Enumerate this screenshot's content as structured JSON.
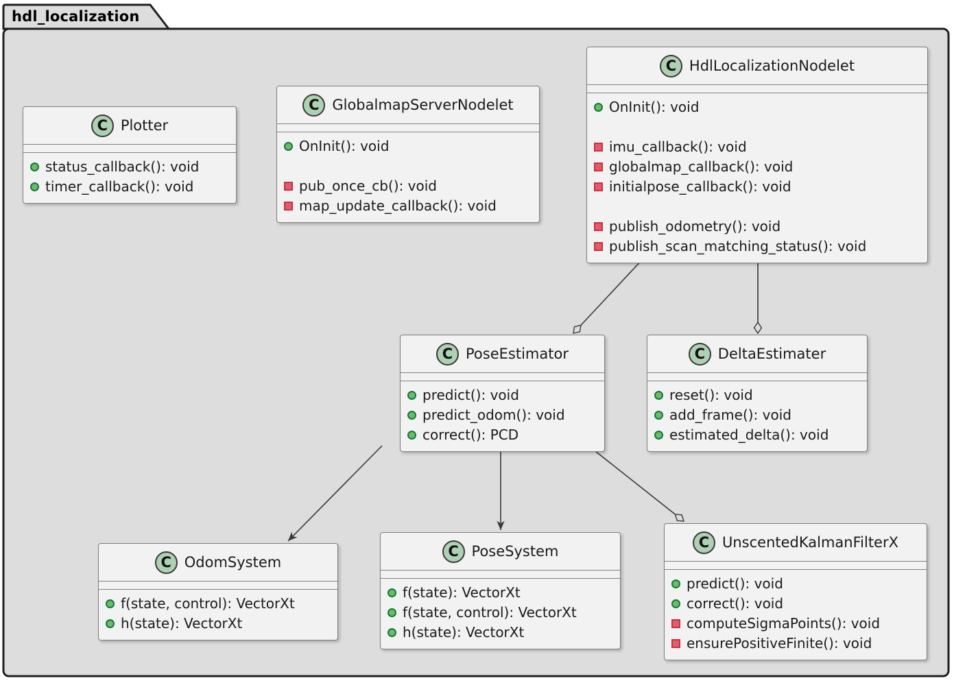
{
  "package": {
    "name": "hdl_localization"
  },
  "icon_letter": "C",
  "colors": {
    "package_fill": "#dddddd",
    "package_border": "#1f1f1f",
    "class_fill": "#f2f2f2",
    "class_border": "#7e7e7e",
    "class_icon_fill": "#add1b2",
    "public_bullet_fill": "#6fba68",
    "public_bullet_border": "#0f7a3a",
    "private_bullet_fill": "#e85a68",
    "private_bullet_border": "#c03445",
    "edge_color": "#383838"
  },
  "classes": [
    {
      "id": "plotter",
      "name": "Plotter",
      "members": [
        {
          "vis": "public",
          "text": "status_callback(): void"
        },
        {
          "vis": "public",
          "text": "timer_callback(): void"
        }
      ]
    },
    {
      "id": "globalmap-server-nodelet",
      "name": "GlobalmapServerNodelet",
      "members": [
        {
          "vis": "public",
          "text": "OnInit(): void"
        },
        {
          "vis": "blank",
          "text": ""
        },
        {
          "vis": "private",
          "text": "pub_once_cb(): void"
        },
        {
          "vis": "private",
          "text": "map_update_callback(): void"
        }
      ]
    },
    {
      "id": "hdl-localization-nodelet",
      "name": "HdlLocalizationNodelet",
      "members": [
        {
          "vis": "public",
          "text": "OnInit(): void"
        },
        {
          "vis": "blank",
          "text": ""
        },
        {
          "vis": "private",
          "text": "imu_callback(): void"
        },
        {
          "vis": "private",
          "text": "globalmap_callback(): void"
        },
        {
          "vis": "private",
          "text": "initialpose_callback(): void"
        },
        {
          "vis": "blank",
          "text": ""
        },
        {
          "vis": "private",
          "text": "publish_odometry(): void"
        },
        {
          "vis": "private",
          "text": "publish_scan_matching_status(): void"
        }
      ]
    },
    {
      "id": "pose-estimator",
      "name": "PoseEstimator",
      "members": [
        {
          "vis": "public",
          "text": "predict(): void"
        },
        {
          "vis": "public",
          "text": "predict_odom(): void"
        },
        {
          "vis": "public",
          "text": "correct(): PCD"
        }
      ]
    },
    {
      "id": "delta-estimater",
      "name": "DeltaEstimater",
      "members": [
        {
          "vis": "public",
          "text": "reset(): void"
        },
        {
          "vis": "public",
          "text": "add_frame(): void"
        },
        {
          "vis": "public",
          "text": "estimated_delta(): void"
        }
      ]
    },
    {
      "id": "odom-system",
      "name": "OdomSystem",
      "members": [
        {
          "vis": "public",
          "text": "f(state, control): VectorXt"
        },
        {
          "vis": "public",
          "text": "h(state): VectorXt"
        }
      ]
    },
    {
      "id": "pose-system",
      "name": "PoseSystem",
      "members": [
        {
          "vis": "public",
          "text": "f(state): VectorXt"
        },
        {
          "vis": "public",
          "text": "f(state, control): VectorXt"
        },
        {
          "vis": "public",
          "text": "h(state): VectorXt"
        }
      ]
    },
    {
      "id": "unscented-kalman-filter-x",
      "name": "UnscentedKalmanFilterX",
      "members": [
        {
          "vis": "public",
          "text": "predict(): void"
        },
        {
          "vis": "public",
          "text": "correct(): void"
        },
        {
          "vis": "private",
          "text": "computeSigmaPoints(): void"
        },
        {
          "vis": "private",
          "text": "ensurePositiveFinite(): void"
        }
      ]
    }
  ],
  "relations": [
    {
      "from": "HdlLocalizationNodelet",
      "to": "PoseEstimator",
      "type": "aggregation"
    },
    {
      "from": "HdlLocalizationNodelet",
      "to": "DeltaEstimater",
      "type": "aggregation"
    },
    {
      "from": "PoseEstimator",
      "to": "OdomSystem",
      "type": "arrow"
    },
    {
      "from": "PoseEstimator",
      "to": "PoseSystem",
      "type": "arrow"
    },
    {
      "from": "PoseEstimator",
      "to": "UnscentedKalmanFilterX",
      "type": "aggregation"
    }
  ]
}
